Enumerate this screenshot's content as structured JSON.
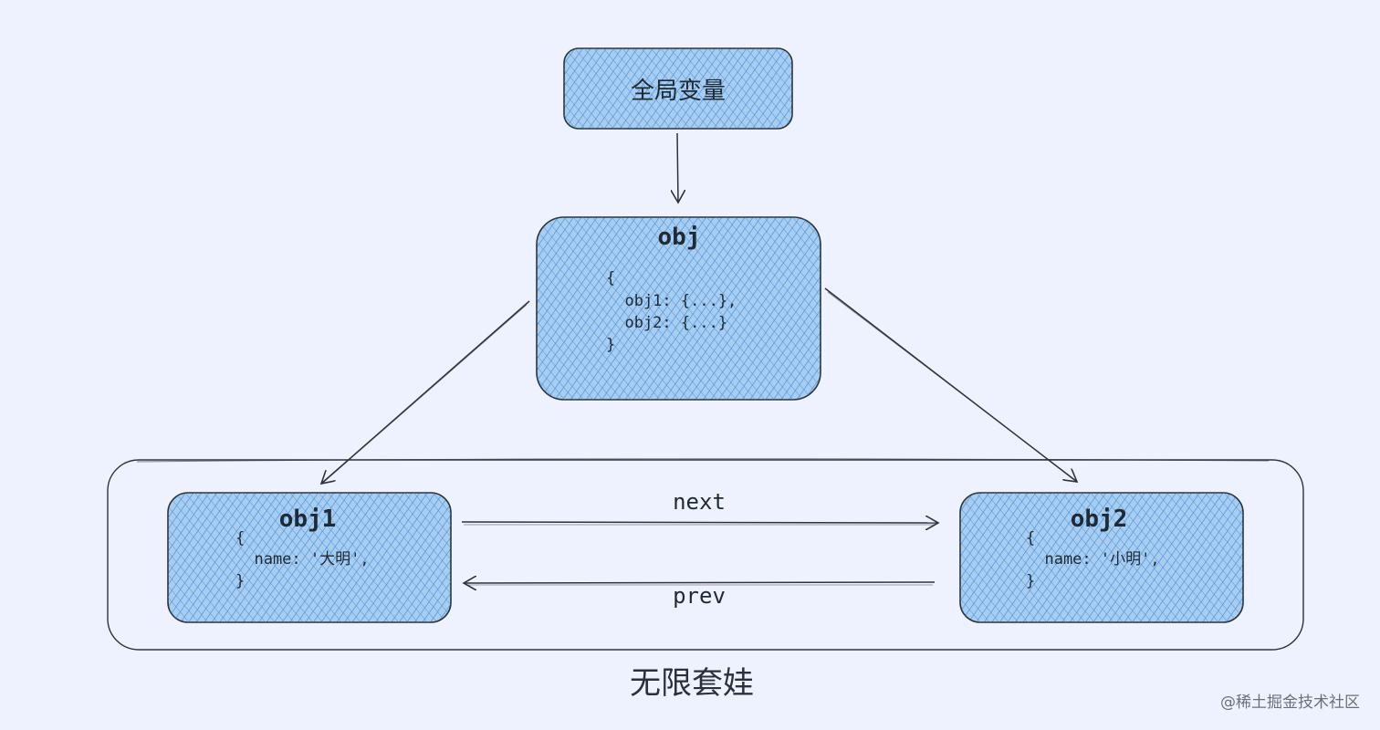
{
  "nodes": {
    "global": {
      "label": "全局变量"
    },
    "obj": {
      "title": "obj",
      "lines": [
        "{",
        "  obj1: {...},",
        "  obj2: {...}",
        "}"
      ]
    },
    "obj1": {
      "title": "obj1",
      "lines": [
        "{",
        "  name: '大明',",
        "}"
      ]
    },
    "obj2": {
      "title": "obj2",
      "lines": [
        "{",
        "  name: '小明',",
        "}"
      ]
    }
  },
  "edges": {
    "next": "next",
    "prev": "prev"
  },
  "group": {
    "label": "无限套娃"
  },
  "watermark": "@稀土掘金技术社区",
  "colors": {
    "background": "#edf2fe",
    "node_fill": "#a9cdf0",
    "hatch": "#3f8fdc",
    "stroke": "#2e3338"
  }
}
